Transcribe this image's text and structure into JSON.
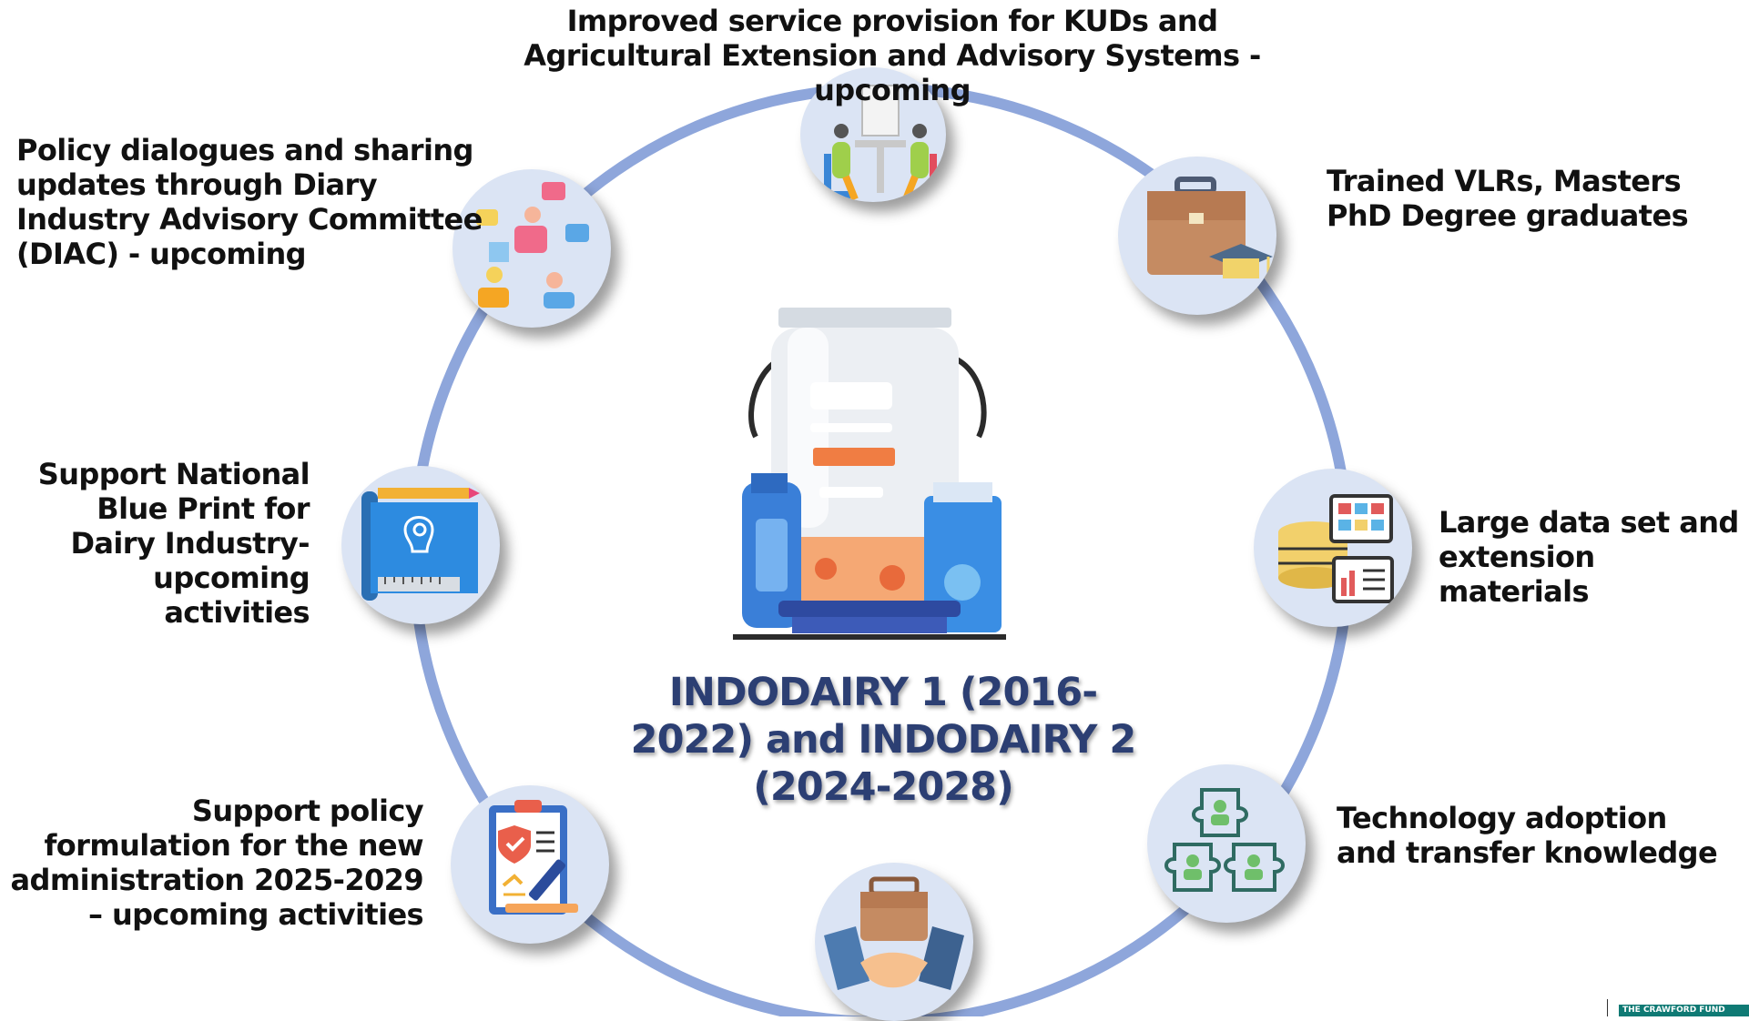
{
  "center": {
    "title": "INDODAIRY 1 (2016-2022) and  INDODAIRY 2 (2024-2028)"
  },
  "items": [
    {
      "label": "Improved service provision for KUDs and Agricultural Extension and Advisory Systems - upcoming",
      "icon": "meeting-icon"
    },
    {
      "label": "Trained VLRs, Masters PhD Degree graduates",
      "icon": "briefcase-graduation-cap-icon"
    },
    {
      "label": "Large data set and extension materials",
      "icon": "database-icon"
    },
    {
      "label": "Technology adoption and transfer knowledge",
      "icon": "puzzle-people-icon"
    },
    {
      "label": "",
      "icon": "handshake-icon"
    },
    {
      "label": "Support policy formulation for the new administration 2025-2029 – upcoming activities",
      "icon": "policy-document-icon"
    },
    {
      "label": "Support National Blue Print for Dairy Industry- upcoming activities",
      "icon": "blueprint-icon"
    },
    {
      "label": "Policy dialogues and sharing updates through Diary Industry Advisory Committee (DIAC) - upcoming",
      "icon": "discussion-icon"
    }
  ],
  "colors": {
    "ring": "#8ea6db",
    "node_background": "#dbe4f4",
    "title": "#2c3f73"
  },
  "footer": {
    "logo_text": "THE CRAWFORD FUND"
  }
}
